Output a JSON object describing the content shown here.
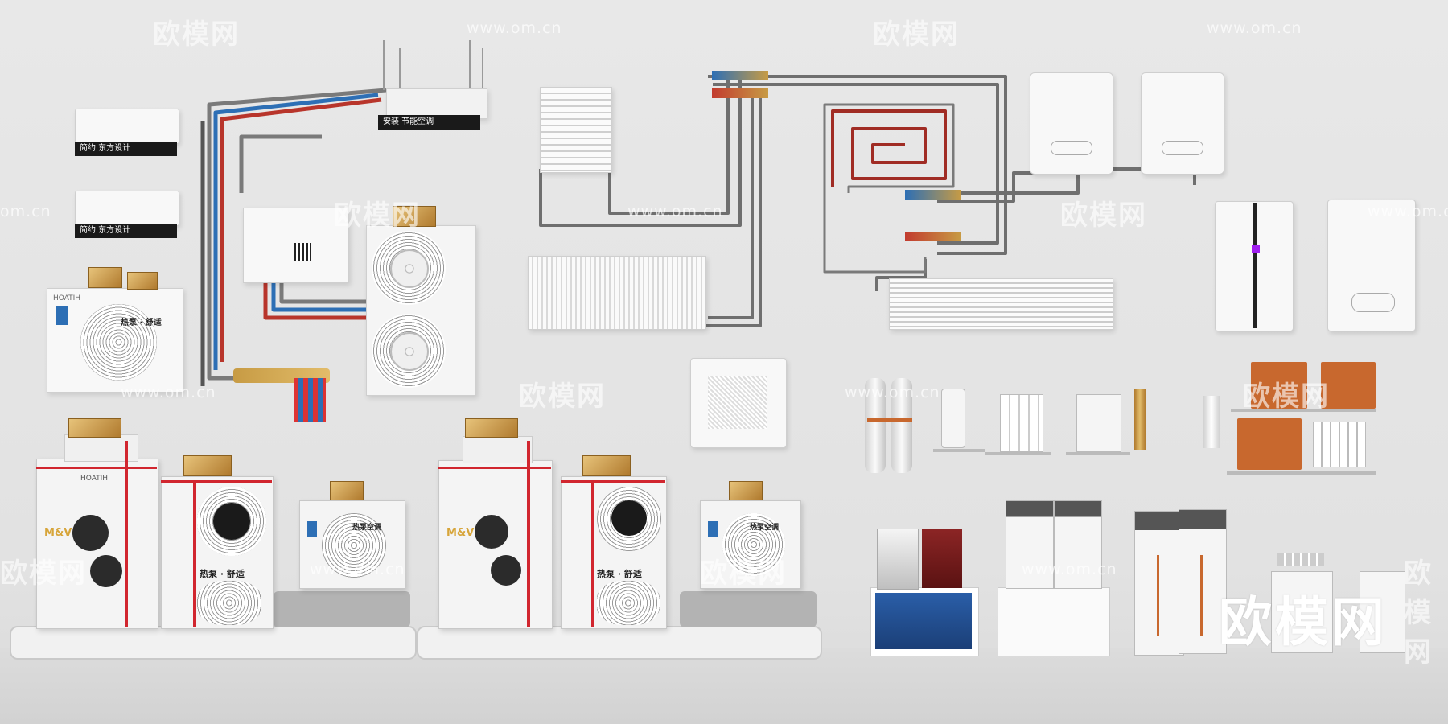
{
  "watermarks": {
    "brand": "欧模网",
    "url": "www.om.cn",
    "url_short": "om.cn"
  },
  "big_watermark": "欧模网",
  "labels": {
    "ac_tag_1": "简约 东方设计",
    "ac_tag_2": "简约 东方设计",
    "duct_tag": "节能空调",
    "duct_tag_prefix": "安装",
    "heat_pump_brand": "HOATIH",
    "heat_pump_brand_2": "HOATIH",
    "unit_text": "热泵 · 舒适",
    "unit_text_2": "热泵 · 舒适",
    "unit_text_3": "热泵 · 舒适",
    "mv_badge": "M&V",
    "mv_badge_2": "M&V",
    "ext_text": "热泵空调",
    "ext_text_2": "热泵空调"
  },
  "colors": {
    "wall": "#e3e3e3",
    "pipe_red": "#b8352b",
    "pipe_blue": "#2d6fb5",
    "pipe_gray": "#6d6d6d",
    "orange": "#c8682e",
    "accent_purple": "#a020f0"
  }
}
